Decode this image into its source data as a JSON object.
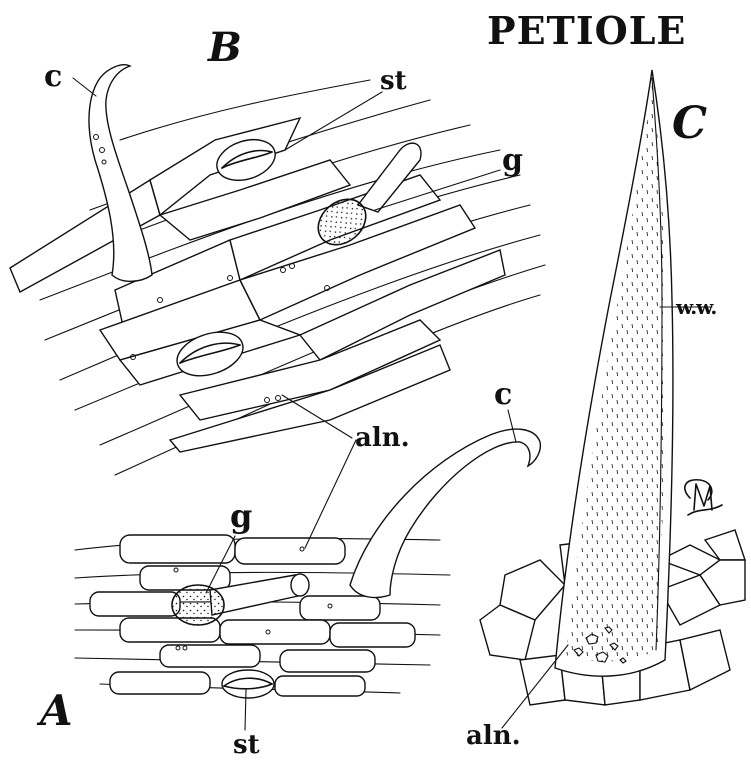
{
  "title": "PETIOLE",
  "panels": {
    "A": {
      "letter": "A",
      "labels": {
        "gland": "g",
        "stoma": "st"
      }
    },
    "B": {
      "letter": "B",
      "labels": {
        "hair": "c",
        "stoma": "st",
        "gland": "g"
      }
    },
    "C": {
      "letter": "C",
      "labels": {
        "wall": "w.w.",
        "aleurone": "aln."
      }
    }
  },
  "shared_labels": {
    "hair_A": "c",
    "aleurone_A": "aln."
  },
  "signature": "JM",
  "colors": {
    "ink": "#111111",
    "paper": "#ffffff"
  }
}
